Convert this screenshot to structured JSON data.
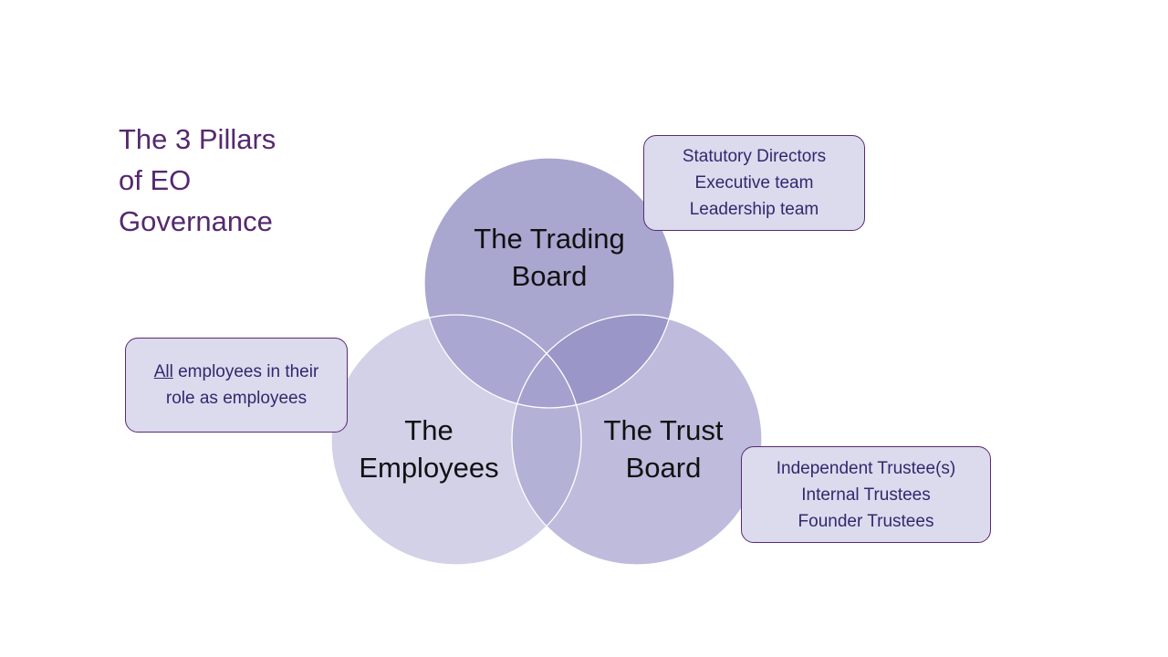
{
  "title": {
    "line1": "The 3 Pillars",
    "line2": "of EO",
    "line3": "Governance"
  },
  "circles": {
    "trading": {
      "line1": "The Trading",
      "line2": "Board",
      "color": "#a9a6d0"
    },
    "employees": {
      "line1": "The",
      "line2": "Employees",
      "color": "#d3d1e8"
    },
    "trust": {
      "line1": "The Trust",
      "line2": "Board",
      "color": "#bebbdc"
    }
  },
  "callouts": {
    "trading": {
      "lines": [
        "Statutory Directors",
        "Executive team",
        "Leadership team"
      ]
    },
    "employees": {
      "underlined": "All",
      "rest_line1": " employees in their",
      "line2": "role as employees"
    },
    "trust": {
      "lines": [
        "Independent Trustee(s)",
        "Internal Trustees",
        "Founder Trustees"
      ]
    }
  },
  "colors": {
    "title": "#55286f",
    "callout_fill": "#dcdaed",
    "callout_border": "#5a2a72",
    "callout_text": "#2e2a6e"
  }
}
